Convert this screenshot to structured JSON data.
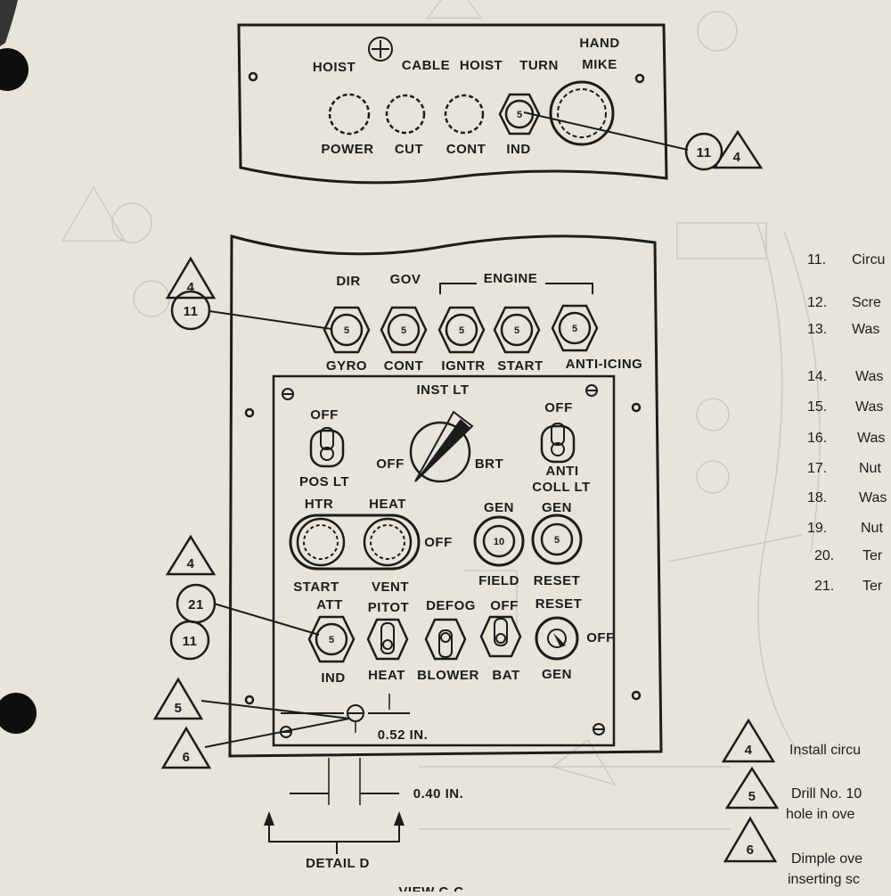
{
  "upper_panel": {
    "top_labels": [
      "HOIST",
      "CABLE",
      "HOIST",
      "TURN"
    ],
    "hand_mike": [
      "HAND",
      "MIKE"
    ],
    "bottom_labels": [
      "POWER",
      "CUT",
      "CONT",
      "IND"
    ],
    "turn_ind_value": "5"
  },
  "callout_top": {
    "number": "11",
    "triangle": "4"
  },
  "engine_row": {
    "dir": "DIR",
    "gov": "GOV",
    "engine": "ENGINE",
    "values": [
      "5",
      "5",
      "5",
      "5",
      "5"
    ],
    "bottom_labels": [
      "GYRO",
      "CONT",
      "IGNTR",
      "START",
      "ANTI-ICING"
    ]
  },
  "callouts_left": {
    "tri_a": "4",
    "circ_a": "11",
    "tri_b": "4",
    "circ_b": "21",
    "circ_c": "11",
    "tri_c": "5",
    "tri_d": "6"
  },
  "subpanel": {
    "inst_lt": "INST LT",
    "off_left": "OFF",
    "brt": "BRT",
    "pos_lt_off": "OFF",
    "pos_lt": "POS LT",
    "anti_off": "OFF",
    "anti": "ANTI",
    "coll_lt": "COLL LT",
    "htr": "HTR",
    "heat": "HEAT",
    "off_htr": "OFF",
    "start": "START",
    "vent": "VENT",
    "gen_field_top": "GEN",
    "gen_field_val": "10",
    "gen_field_bottom": "FIELD",
    "gen_reset_top": "GEN",
    "gen_reset_val": "5",
    "gen_reset_bottom": "RESET",
    "att": "ATT",
    "att_val": "5",
    "ind": "IND",
    "pitot": "PITOT",
    "heat2": "HEAT",
    "defog": "DEFOG",
    "blower": "BLOWER",
    "off_bat": "OFF",
    "bat": "BAT",
    "reset2": "RESET",
    "gen2": "GEN",
    "off_gen": "OFF"
  },
  "dimensions": {
    "d1": "0.52 IN.",
    "d2": "0.40 IN.",
    "detail": "DETAIL D",
    "view": "VIEW C-C"
  },
  "legend": [
    {
      "num": "11.",
      "text": "Circu"
    },
    {
      "num": "12.",
      "text": "Scre"
    },
    {
      "num": "13.",
      "text": "Was"
    },
    {
      "num": "14.",
      "text": "Was"
    },
    {
      "num": "15.",
      "text": "Was"
    },
    {
      "num": "16.",
      "text": "Was"
    },
    {
      "num": "17.",
      "text": "Nut"
    },
    {
      "num": "18.",
      "text": "Was"
    },
    {
      "num": "19.",
      "text": "Nut"
    },
    {
      "num": "20.",
      "text": "Ter"
    },
    {
      "num": "21.",
      "text": "Ter"
    }
  ],
  "notes": [
    {
      "tri": "4",
      "lines": [
        "Install circu"
      ]
    },
    {
      "tri": "5",
      "lines": [
        "Drill No. 10",
        "hole in ove"
      ]
    },
    {
      "tri": "6",
      "lines": [
        "Dimple ove",
        "inserting sc"
      ]
    }
  ]
}
